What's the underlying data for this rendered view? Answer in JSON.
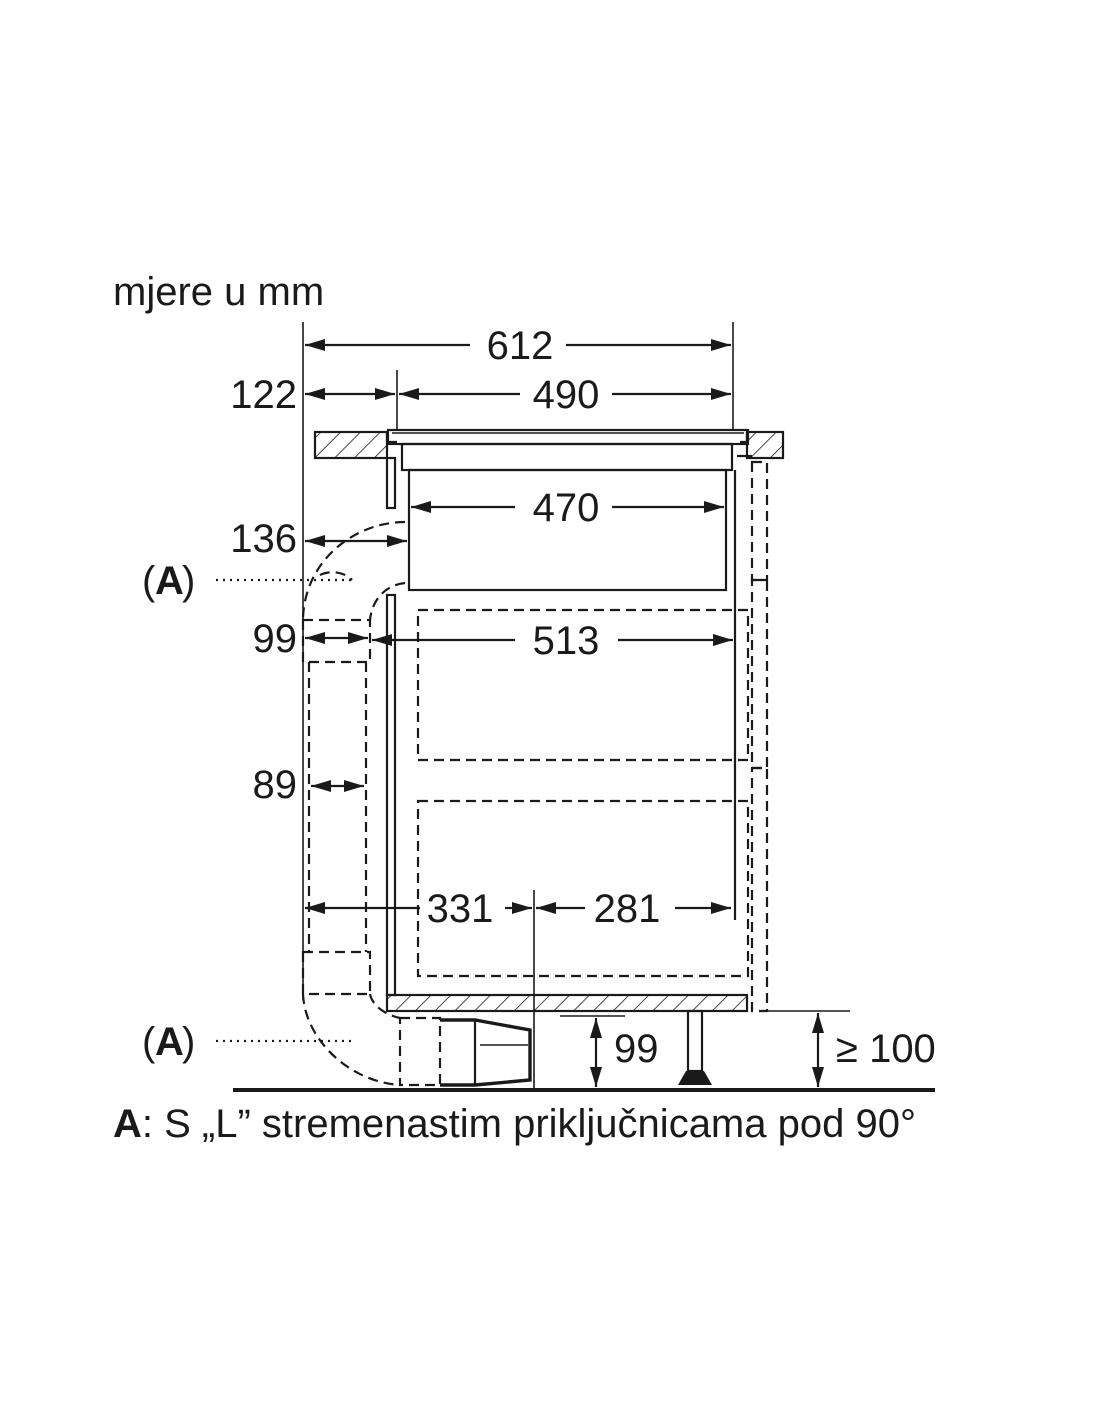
{
  "units_note": "mjere u mm",
  "dimensions": {
    "d612": "612",
    "d122": "122",
    "d490": "490",
    "d470": "470",
    "d136": "136",
    "d99_side": "99",
    "d513": "513",
    "d89": "89",
    "d331": "331",
    "d281": "281",
    "d99_bottom": "99",
    "d100": "≥ 100"
  },
  "callouts": {
    "a_upper_bold": "A",
    "a_lower_bold": "A"
  },
  "legend": {
    "key": "A",
    "text": ": S „L” stremenastim priključnicama pod 90°"
  },
  "colors": {
    "ink": "#1a1a1a",
    "background": "#ffffff"
  }
}
